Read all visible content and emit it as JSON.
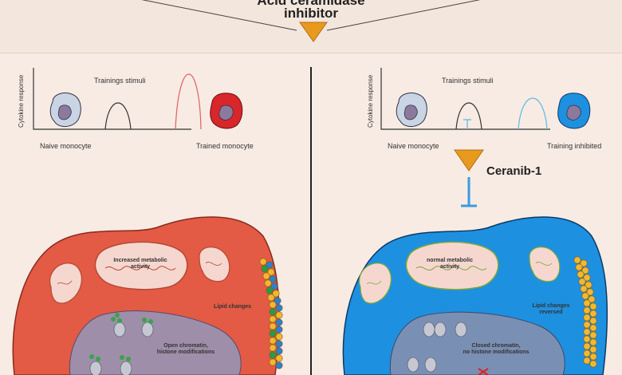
{
  "header": {
    "title_line1": "Acid ceramidase",
    "title_line2": "inhibitor"
  },
  "left_panel": {
    "y_axis_label": "Cytokine response",
    "stimuli_label": "Trainings stimuli",
    "start_cell_label": "Naive monocyte",
    "end_cell_label": "Trained monocyte",
    "mito_label_line1": "Increased metabolic",
    "mito_label_line2": "activity",
    "lipid_label": "Lipid changes",
    "chromatin_label_line1": "Open chromatin,",
    "chromatin_label_line2": "histone modifications"
  },
  "right_panel": {
    "y_axis_label": "Cytokine response",
    "stimuli_label": "Trainings stimuli",
    "start_cell_label": "Naive monocyte",
    "end_cell_label": "Training inhibited",
    "drug_label": "Ceranib-1",
    "mito_label_line1": "normal metabolic",
    "mito_label_line2": "activity",
    "lipid_label_line1": "Lipid changes",
    "lipid_label_line2": "reversed",
    "chromatin_label_line1": "Closed chromatin,",
    "chromatin_label_line2": "no histone modifications"
  },
  "colors": {
    "trained_cell": "#e35a45",
    "inhibited_cell": "#1e90e0",
    "drug": "#e89a1e",
    "inhibit_bar": "#3a9be0",
    "trained_peak": "#e06060",
    "inhibited_peak": "#5ab8e8",
    "background": "#f7ebe3"
  }
}
